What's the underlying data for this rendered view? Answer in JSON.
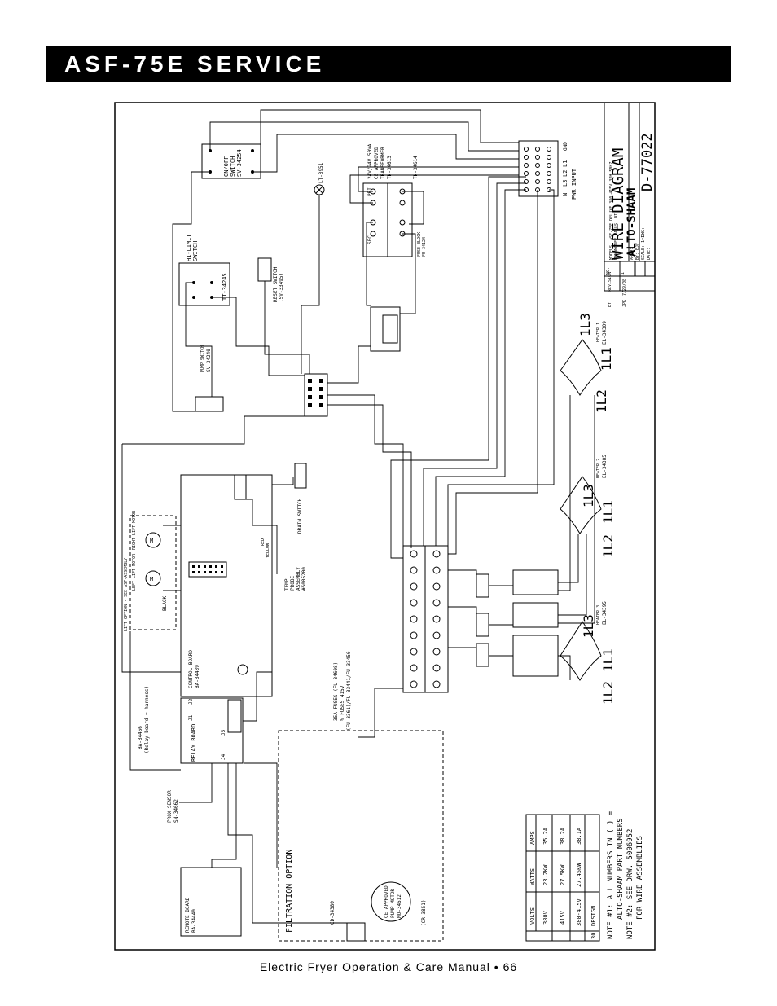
{
  "header": {
    "title": "ASF-75E SERVICE"
  },
  "footer": {
    "text": "Electric Fryer Operation & Care Manual • 66"
  },
  "diagram": {
    "title_block": {
      "title": "WIRE DIAGRAM",
      "brand": "ALTO-SHAAM",
      "models": "MODELS: ASF-75E DELUXE 380-415V 3PH 50HZ.",
      "location": "MENOMONEE FALLS, WI",
      "by_label": "BY: EJF",
      "scale": "SCALE: 1=1",
      "dwg": "DWG:",
      "appd": "APPD:",
      "date": "DATE:",
      "drawing_no": "D-77022",
      "revision": {
        "no_label": "NO.",
        "rev_label": "REVISION",
        "by_head": "BY",
        "no": "1",
        "date": "7/29/08",
        "by": "JPK"
      }
    },
    "labels": {
      "on_off": "ON/OFF",
      "switch": "SWITCH",
      "sv_34254": "SV-34254",
      "hi_limit": "HI-LIMIT",
      "tt_34245": "TT-34245",
      "reset_switch": "RESET SWITCH",
      "sv_33495": "(SV-33495)",
      "lt_3951": "LT-3951",
      "transformer": "24V/24V 50VA",
      "ce_approved": "CE APPROVED",
      "transformer_word": "TRANSFORMER",
      "tn_34613": "TN-34613",
      "tn_34614": "TN-34614",
      "pri": "PRI",
      "sec": "SEC",
      "fuse_block": "FUSE BLOCK",
      "fu_34124": "FU-34124",
      "pump_switch": "PUMP SWITCH",
      "sv_34240": "SV-34240",
      "pwr_input": "PWR INPUT",
      "gnd": "GND",
      "l1": "L1",
      "l2": "L2",
      "l3": "L3",
      "n": "N",
      "heater_1": "HEATER 1",
      "el_34309": "EL-34309",
      "heater_2": "HEATER 2",
      "el_34385": "EL-34385",
      "heater_3": "HEATER 3",
      "el_34395": "EL-34395",
      "wire_1l1": "1L1",
      "wire_1l2": "1L2",
      "wire_1l3": "1L3",
      "drain_switch": "DRAIN SWITCH",
      "temp_probe": "TEMP",
      "probe": "PROBE",
      "assembly": "ASSEMBLY",
      "probe_no": "#5005200",
      "control_board": "CONTROL BOARD",
      "ba_34439": "BA-34439",
      "lift_option": "LIFT OPTION - SEE ASF-ASSEMBLY",
      "left_lift_motor": "LEFT LIFT MOTOR",
      "right_lift_motor": "RIGHT LIFT MOTOR",
      "motor_m": "M",
      "black": "BLACK",
      "red": "RED",
      "yellow": "YELLOW",
      "relay_board": "RELAY BOARD",
      "ba_34466": "BA-34466",
      "relay_board_harness": "(Relay board + harness)",
      "j1": "J1",
      "j2": "J2",
      "j4": "J4",
      "j5": "J5",
      "prox_sensor": "PROX SENSOR",
      "sn_34662": "SN-34662",
      "remote_board": "REMOTE BOARD",
      "ba_34440": "BA-34440",
      "filtration_option": "FILTRATION OPTION",
      "cd_34380": "CD-34380",
      "ce_approved_pump": "CE APPROVED",
      "pump_motor": "PUMP MOTOR",
      "mo_34612": "MO-34612",
      "cr_3851": "(CR-3851)",
      "fuses": "35A FUSES (FU-34608)",
      "fuses_2": "(FU-3361)/FU-33441/FU-33450",
      "fuses_3": "% FUSES 415V",
      "note1": "NOTE #1: ALL NUMBERS IN ( ) =",
      "note1b": "ALTO-SHAAM PART NUMBERS",
      "note2": "NOTE #2: SEE DRW. 5006952",
      "note2b": "FOR WIRE ASSEMBLIES"
    },
    "table": {
      "headers": [
        "VOLTS",
        "WATTS",
        "AMPS"
      ],
      "rows": [
        [
          "380V",
          "23.2KW",
          "35.2A"
        ],
        [
          "415V",
          "27.5KW",
          "38.2A"
        ],
        [
          "380-415V",
          "27.45KW",
          "38.1A"
        ]
      ],
      "design_label": "DESIGN",
      "design_no": "30"
    }
  }
}
